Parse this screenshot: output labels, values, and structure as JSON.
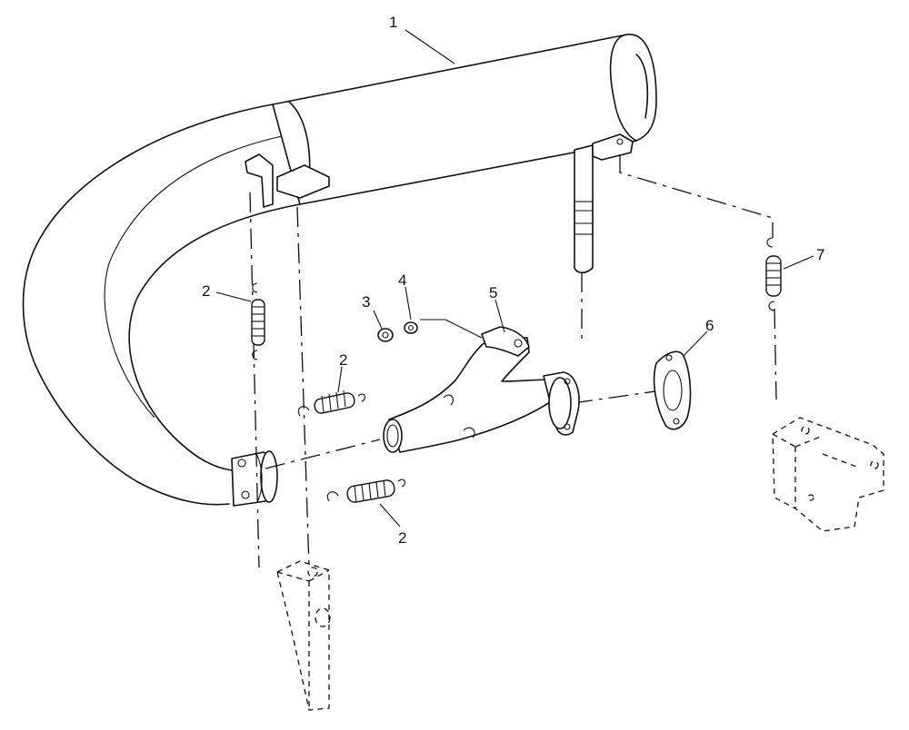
{
  "diagram": {
    "callouts": [
      {
        "id": "1",
        "label": "1"
      },
      {
        "id": "2a",
        "label": "2"
      },
      {
        "id": "2b",
        "label": "2"
      },
      {
        "id": "2c",
        "label": "2"
      },
      {
        "id": "3",
        "label": "3"
      },
      {
        "id": "4",
        "label": "4"
      },
      {
        "id": "5",
        "label": "5"
      },
      {
        "id": "6",
        "label": "6"
      },
      {
        "id": "7",
        "label": "7"
      }
    ]
  }
}
